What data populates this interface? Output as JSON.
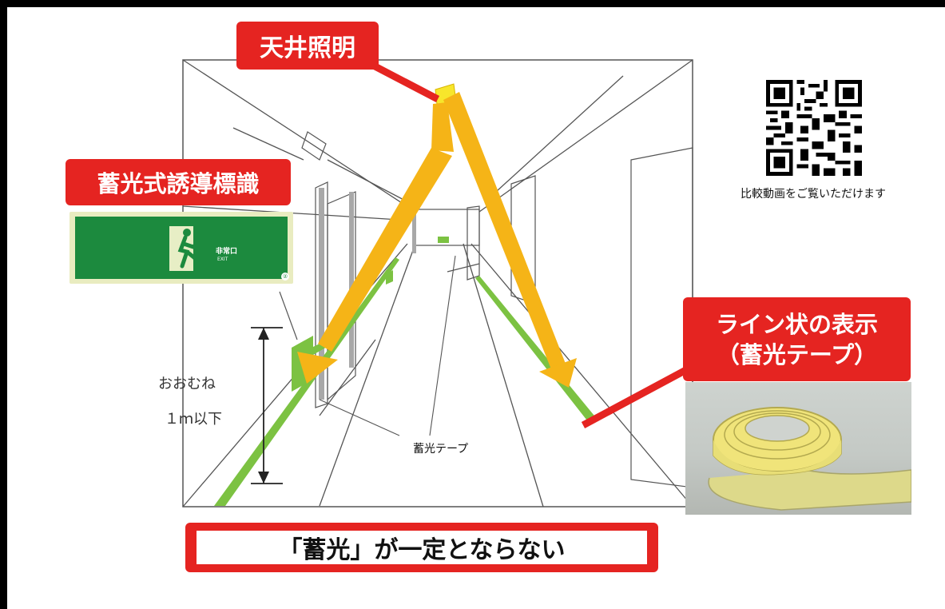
{
  "labels": {
    "ceiling_light": "天井照明",
    "phosphor_sign": "蓄光式誘導標識",
    "line_display_line1": "ライン状の表示",
    "line_display_line2": "（蓄光テープ）"
  },
  "exit_sign": {
    "japanese": "非常口",
    "english": "EXIT",
    "mark": "②"
  },
  "qr_caption": "比較動画をご覧いただけます",
  "height_note_line1": "おおむね",
  "height_note_line2": "１ｍ以下",
  "tape_callout": "蓄光テープ",
  "bottom_message": "「蓄光」が一定とならない",
  "colors": {
    "label_red": "#e52421",
    "arrow_yellow": "#f5b417",
    "tape_green": "#7cc242",
    "sign_green": "#1c8a3e"
  }
}
